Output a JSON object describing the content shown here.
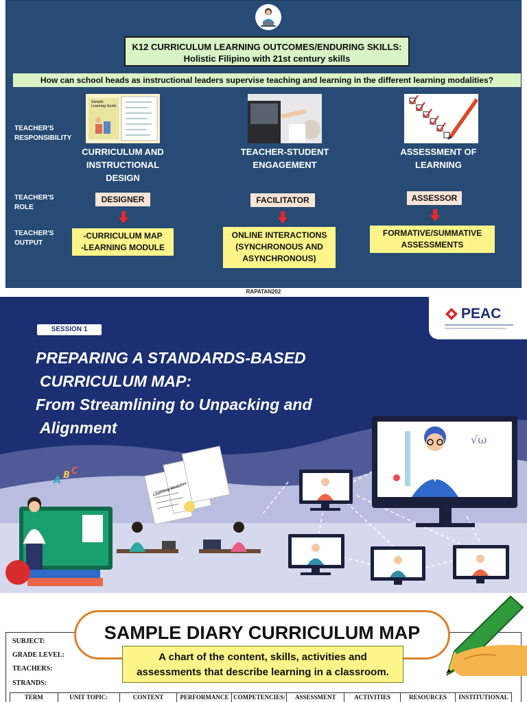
{
  "slide1": {
    "title_line1": "K12 CURRICULUM LEARNING OUTCOMES/ENDURING SKILLS:",
    "title_line2": "Holistic Filipino with 21st century skills",
    "question": "How can school heads as instructional leaders supervise teaching and learning in the different learning modalities?",
    "row_labels": {
      "responsibility": [
        "TEACHER'S",
        "RESPONSIBILITY"
      ],
      "role": [
        "TEACHER'S",
        "ROLE"
      ],
      "output": [
        "TEACHER'S",
        "OUTPUT"
      ]
    },
    "columns": [
      {
        "responsibility": [
          "CURRICULUM AND",
          "INSTRUCTIONAL",
          "DESIGN"
        ],
        "role": "DESIGNER",
        "output": [
          "-CURRICULUM MAP",
          "-LEARNING MODULE"
        ],
        "image_text": "Sample Learning Guide"
      },
      {
        "responsibility": [
          "TEACHER-STUDENT",
          "ENGAGEMENT"
        ],
        "role": "FACILITATOR",
        "output": [
          "ONLINE INTERACTIONS",
          "(SYNCHRONOUS AND",
          "ASYNCHRONOUS)"
        ]
      },
      {
        "responsibility": [
          "ASSESSMENT OF",
          "LEARNING"
        ],
        "role": "ASSESSOR",
        "output": [
          "FORMATIVE/SUMMATIVE",
          "ASSESSMENTS"
        ]
      }
    ],
    "credit": "RAPATAN202"
  },
  "slide2": {
    "session": "SESSION 1",
    "logo": "PEAC",
    "title_lines": [
      "PREPARING A STANDARDS-BASED",
      " CURRICULUM MAP:",
      "From Streamlining to Unpacking and",
      " Alignment"
    ],
    "module_label": "Learning Modules",
    "board_text": "ABC"
  },
  "slide3": {
    "title": "SAMPLE DIARY CURRICULUM MAP",
    "subtitle_line1": "A chart of the content, skills, activities and",
    "subtitle_line2": "assessments that describe learning in a classroom.",
    "fields": [
      "SUBJECT:",
      "GRADE LEVEL:",
      "TEACHERS:",
      "STRANDS:"
    ],
    "columns": [
      "TERM",
      "UNIT TOPIC:",
      "CONTENT",
      "PERFORMANCE",
      "COMPETENCIES/",
      "ASSESSMENT",
      "ACTIVITIES",
      "RESOURCES",
      "INSTITUTIONAL"
    ]
  },
  "colors": {
    "slide1_bg": "#274b74",
    "green_box": "#d9f2c6",
    "role_box": "#fde4d8",
    "output_box": "#fdf58a",
    "arrow": "#e8272a",
    "slide2_bg": "#1b2f72",
    "banner_border": "#d9822b"
  }
}
